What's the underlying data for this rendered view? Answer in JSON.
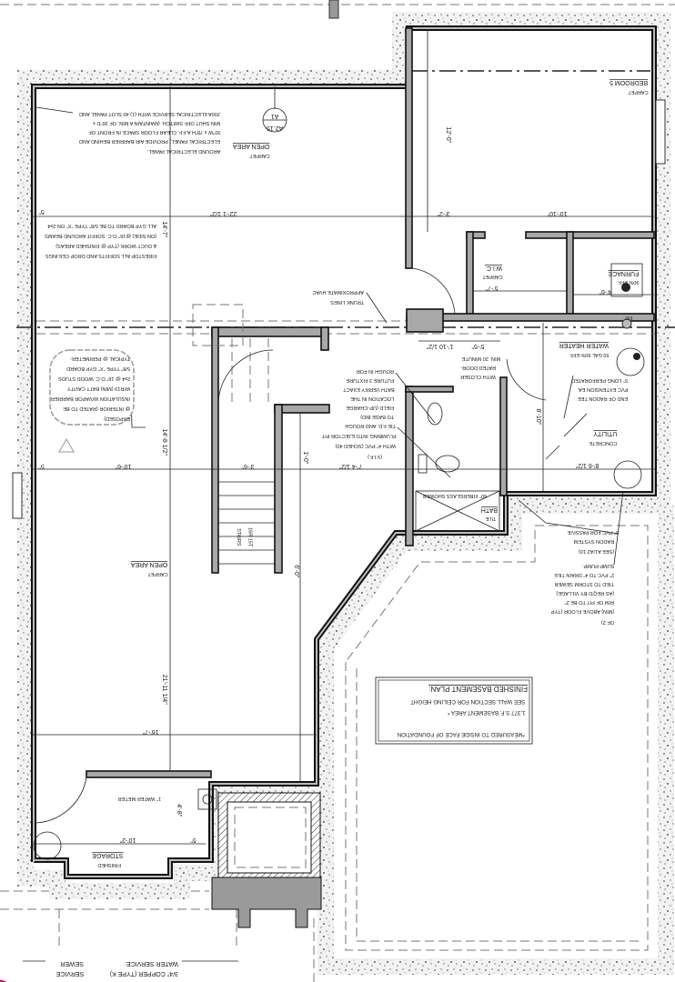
{
  "colors": {
    "line": "#111111",
    "wall_fill": "#a8a8a8",
    "concrete": "#f2f2f2",
    "footing": "#9a9a9a",
    "corner_mark": "#c2185b"
  },
  "plan_box": {
    "title": "FINISHED BASEMENT PLAN:",
    "line1": "SEE WALL SECTION FOR CEILING HEIGHT",
    "line2": "1,377 S.F. BASEMENT AREA *",
    "footnote": "*MEASURED TO INSIDE FACE OF FOUNDATION"
  },
  "section_marker": {
    "top": "A1",
    "bottom": "A2.15"
  },
  "rooms": {
    "bedroom5": {
      "name": "BEDROOM 5",
      "finish": "CARPET"
    },
    "open_area_top": {
      "name": "OPEN AREA",
      "finish": "CARPET"
    },
    "open_area_mid": {
      "name": "OPEN AREA",
      "finish": "CARPET"
    },
    "wic": {
      "name": "W.I.C.",
      "finish": "CARPET"
    },
    "furnace": {
      "name": "FURNACE",
      "finish": "90% EFF."
    },
    "water_heater": {
      "name": "WATER HEATER",
      "finish": "50 GAL 90% EFF."
    },
    "utility": {
      "name": "UTILITY",
      "finish": "CONCRETE"
    },
    "storage": {
      "name": "STORAGE",
      "finish": "FINISHED"
    },
    "bath": {
      "name": "BATH",
      "finish": "TILE"
    },
    "shower": "60\" FIBERGLASS SHOWER",
    "stairs": {
      "name": "STAIRS",
      "count": "16R 15T"
    },
    "floor_drain": "FD"
  },
  "notes": {
    "electrical": [
      "200A ELECTRICAL SERVICE WITH (1) 40 SLOT PANEL AND",
      "MIN SHUT OFF SWITCH. (MAINTAIN A MIN. OF 36\"D x",
      "30\"W x 78\"H A.F.F. CLEAR FLOOR SPACE IN FRONT OF",
      "ELECTRICAL PANEL) PROVIDE AIR BARRIER BEHIND AND",
      "AROUND ELECTRICAL PANEL."
    ],
    "gyp": [
      "ALL GYP BOARD TO BE 5/8\" TYPE \"X\" ON 2x4",
      "(ON SIDE) @16\" O.C. SOFFIT AROUND BEAMS",
      "& DUCT WORK (TYP @ FINISHED AREAS)",
      "FIRESTOP ALL SOFFITS AND DROP CEILINGS"
    ],
    "hvac": [
      "APPROXIMATE HVAC",
      "TRUNK LINES"
    ],
    "perimeter": [
      "TYPICAL @ PERIMETER:",
      "5/8\" TYPE \"X\" GYP BOARD",
      "2x4 @ 16\" O.C. WOOD STUDS",
      "W/R19 (MIN) BATT CAVITY",
      "INSULATION W/VAPOR BARRIER",
      "@ INTERIOR (RATED TO BE",
      "EXPOSED)"
    ],
    "rough_in": [
      "ROUGH IN FOR",
      "FUTURE 3 FIXTURE",
      "BATH VERIFY EXACT",
      "LOCATION IN THE",
      "FIELD (UP-CHARGE",
      "TO BASE BID)"
    ],
    "tie_fd": [
      "TIE F.D. AND ROUGH",
      "PLUMBING INTO EJECTOR PIT",
      "WITH 4\" PVC (SCHED 40)",
      "(V.I.F.)"
    ],
    "door": [
      "MIN. 20 MINUTE",
      "RATED DOOR-",
      "WITH CLOSER"
    ],
    "radon_tee": [
      "5\" LONG PERFORATED",
      "PVC EXTENSION EA.",
      "END OF RADON TEE"
    ],
    "passive_radon": [
      "3\" PVC FOR PASSIVE",
      "RADON SYSTEM",
      "(SEE A1/A2.10)"
    ],
    "sump": [
      "SUMP PUMP:",
      "2\" PVC TO 4\" DRAIN TILE",
      "TIED TO STORM SEWER",
      "(AS REQ'D BY VILLAGE)",
      "RIM OF PIT TO BE 2\"",
      "(MIN) ABOVE FLOOR (TYP",
      "OF 2)"
    ],
    "water_meter": "1\" WATER METER",
    "sewer": [
      "SEWER",
      "SERVICE"
    ],
    "water_service": [
      "WATER SERVICE:",
      "3/4\" COPPER (TYPE K)"
    ]
  },
  "dimensions": [
    "12'-0\"",
    "3'-2\"",
    "10'-10\"",
    "22'-1 1/2\"",
    "5\"",
    "14'-7\"",
    "14'-8 1/2\"",
    "10'-6\"",
    "5\"",
    "3'-6\"",
    "7'-4 1/2\"",
    "1'-0\"",
    "16'-7\"",
    "21'-11 1/4\"",
    "10'-2\"",
    "4'-8\"",
    "8'-10\"",
    "8'-6 1/2\"",
    "4'-6\"",
    "5'-7\"",
    "5'-5\"",
    "1'-10 1/2\"",
    "6'-0\"",
    "5\""
  ]
}
